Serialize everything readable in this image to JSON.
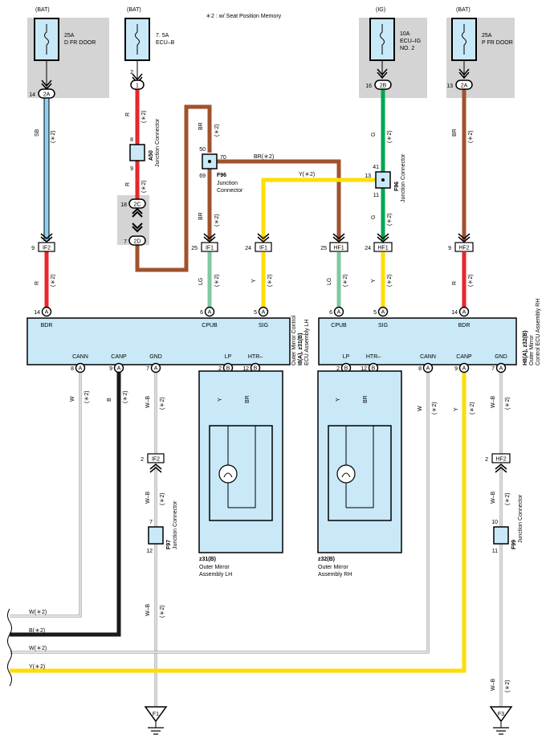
{
  "note": "＊2 : w/ Seat Position Memory",
  "colors": {
    "sb": "#8fd3f4",
    "red": "#e8262a",
    "brown": "#a0522d",
    "green": "#00a651",
    "yellow": "#ffde00",
    "lg": "#7fc8a0",
    "black": "#1a1a1a",
    "white": "#ffffff",
    "box": "#c9e9f8",
    "gray": "#d4d4d4"
  },
  "fuses": {
    "dfr": {
      "src": "(BAT)",
      "rating": "25A",
      "name": "D FR DOOR",
      "name2": ""
    },
    "ecub": {
      "src": "(BAT)",
      "rating": "7. 5A",
      "name": "ECU–B",
      "name2": ""
    },
    "ecuig": {
      "src": "(IG)",
      "rating": "10A",
      "name": "ECU–IG",
      "name2": "NO. 2"
    },
    "pfr": {
      "src": "(BAT)",
      "rating": "25A",
      "name": "P FR DOOR",
      "name2": ""
    }
  },
  "connectors": {
    "c14_2a": {
      "pin": "14",
      "code": "2A"
    },
    "c2_1": {
      "pin": "2",
      "code": "1"
    },
    "c16_2b": {
      "pin": "16",
      "code": "2B"
    },
    "c13_2a": {
      "pin": "13",
      "code": "2A"
    },
    "c18_2c": {
      "pin": "18",
      "code": "2C"
    },
    "c7_2d": {
      "pin": "7",
      "code": "2D"
    },
    "c9_if2": {
      "pin": "9",
      "code": "IF2"
    },
    "c25_if1": {
      "pin": "25",
      "code": "IF1"
    },
    "c24_if1": {
      "pin": "24",
      "code": "IF1"
    },
    "c25_hf1": {
      "pin": "25",
      "code": "HF1"
    },
    "c24_hf1": {
      "pin": "24",
      "code": "HF1"
    },
    "c9_hf2": {
      "pin": "9",
      "code": "HF2"
    },
    "c2_if2": {
      "pin": "2",
      "code": "IF2"
    },
    "c2_hf2": {
      "pin": "2",
      "code": "HF2"
    }
  },
  "wires": {
    "sb": "SB",
    "r": "R",
    "br": "BR",
    "g": "G",
    "lg": "LG",
    "y": "Y",
    "w": "W",
    "b": "B",
    "wb": "W–B",
    "x2": "(＊2)",
    "brx2": "BR(＊2)",
    "yx2": "Y(＊2)"
  },
  "junctions": {
    "a50": {
      "code": "A50",
      "desc": "Junction Connector",
      "pins": [
        "8",
        "9"
      ]
    },
    "f96a": {
      "code": "F96",
      "desc1": "Junction",
      "desc2": "Connector",
      "pins": [
        "50",
        "70",
        "69"
      ]
    },
    "f96b": {
      "code": "F96",
      "desc": "Junction Connector",
      "pins": [
        "13",
        "41",
        "11"
      ]
    },
    "f97": {
      "code": "F97",
      "desc": "Junction Connector",
      "pins": [
        "7",
        "12"
      ]
    },
    "f99": {
      "code": "F99",
      "desc": "Junction Connector",
      "pins": [
        "10",
        "11"
      ]
    }
  },
  "ecu_lh": {
    "code": "I8(A), z31(B)",
    "desc1": "Outer Mirror Control",
    "desc2": "ECU Assembly LH",
    "top": [
      {
        "pin": "14",
        "code": "A",
        "label": "BDR"
      },
      {
        "pin": "6",
        "code": "A",
        "label": "CPUB"
      },
      {
        "pin": "5",
        "code": "A",
        "label": "SIG"
      }
    ],
    "bottom": [
      {
        "pin": "8",
        "code": "A",
        "label": "CANN"
      },
      {
        "pin": "9",
        "code": "A",
        "label": "CANP"
      },
      {
        "pin": "7",
        "code": "A",
        "label": "GND"
      },
      {
        "pin": "2",
        "code": "B",
        "label": "LP"
      },
      {
        "pin": "12",
        "code": "B",
        "label": "HTR–"
      }
    ]
  },
  "ecu_rh": {
    "code": "H8(A), z32(B)",
    "desc1": "Outer Mirror",
    "desc2": "Control ECU Assembly RH",
    "top": [
      {
        "pin": "6",
        "code": "A",
        "label": "CPUB"
      },
      {
        "pin": "5",
        "code": "A",
        "label": "SIG"
      },
      {
        "pin": "14",
        "code": "A",
        "label": "BDR"
      }
    ],
    "bottom": [
      {
        "pin": "2",
        "code": "B",
        "label": "LP"
      },
      {
        "pin": "12",
        "code": "B",
        "label": "HTR–"
      },
      {
        "pin": "8",
        "code": "A",
        "label": "CANN"
      },
      {
        "pin": "9",
        "code": "A",
        "label": "CANP"
      },
      {
        "pin": "7",
        "code": "A",
        "label": "GND"
      }
    ]
  },
  "mirror_lh": {
    "code": "z31(B)",
    "desc1": "Outer Mirror",
    "desc2": "Assembly LH"
  },
  "mirror_rh": {
    "code": "z32(B)",
    "desc1": "Outer Mirror",
    "desc2": "Assembly RH"
  },
  "bus": [
    "W(＊2)",
    "B(＊2)",
    "W(＊2)",
    "Y(＊2)"
  ],
  "grounds": {
    "f1": "F1",
    "f3": "F3"
  }
}
